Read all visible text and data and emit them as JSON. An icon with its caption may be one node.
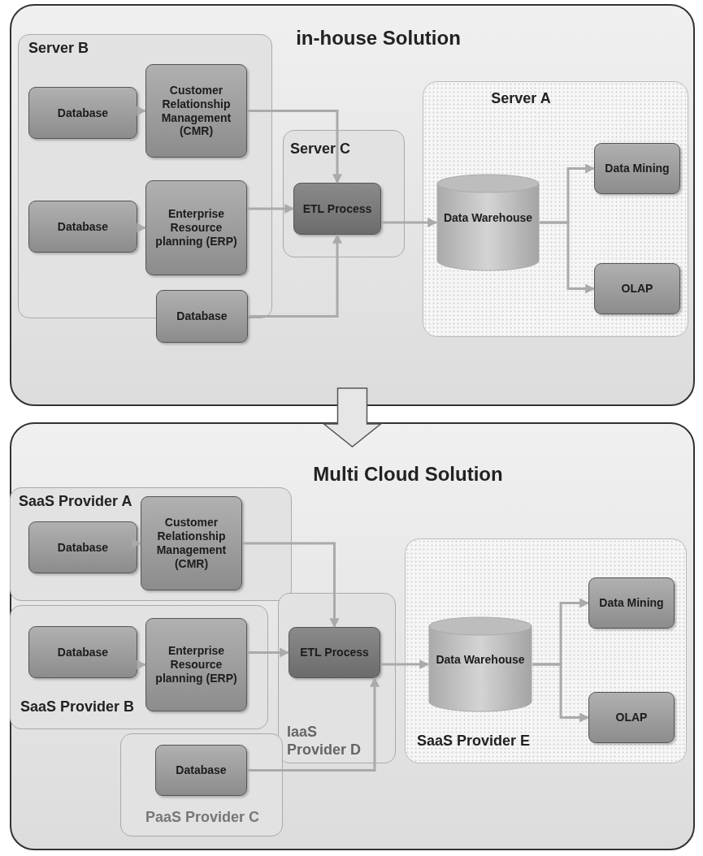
{
  "diagram": {
    "nodes": [
      {
        "text": [
          "in-house Solution"
        ]
      },
      {
        "text": [
          "Server B"
        ],
        "in": 0
      },
      {
        "text": [
          "Database"
        ],
        "in": 1
      },
      {
        "text": [
          "Customer Relationship Management (CMR)"
        ],
        "in": 1
      },
      {
        "text": [
          "Database"
        ],
        "in": 1
      },
      {
        "text": [
          "Enterprise Resource planning (ERP)"
        ],
        "in": 1
      },
      {
        "text": [
          "Database"
        ],
        "in": 0
      },
      {
        "text": [
          "Server C"
        ],
        "in": 0
      },
      {
        "text": [
          "ETL Process"
        ],
        "in": 7
      },
      {
        "text": [
          "Server A"
        ],
        "in": 0
      },
      {
        "text": [
          "Data Warehouse"
        ],
        "in": 9
      },
      {
        "text": [
          "Data Mining"
        ],
        "in": 9
      },
      {
        "text": [
          "OLAP"
        ],
        "in": 9
      },
      {
        "text": [
          "Multi Cloud Solution"
        ]
      },
      {
        "text": [
          "SaaS Provider A"
        ],
        "in": 13
      },
      {
        "text": [
          "Database"
        ],
        "in": 14
      },
      {
        "text": [
          "Customer Relationship Management (CMR)"
        ],
        "in": 14
      },
      {
        "text": [
          "SaaS Provider B"
        ],
        "in": 13
      },
      {
        "text": [
          "Database"
        ],
        "in": 17
      },
      {
        "text": [
          "Enterprise Resource planning (ERP)"
        ],
        "in": 17
      },
      {
        "text": [
          "IaaS Provider D"
        ],
        "in": 13
      },
      {
        "text": [
          "ETL Process"
        ],
        "in": 20
      },
      {
        "text": [
          "PaaS Provider C"
        ],
        "in": 13
      },
      {
        "text": [
          "Database"
        ],
        "in": 22
      },
      {
        "text": [
          "SaaS Provider E"
        ],
        "in": 13
      },
      {
        "text": [
          "Data Warehouse"
        ],
        "in": 24
      },
      {
        "text": [
          "Data Mining"
        ],
        "in": 24
      },
      {
        "text": [
          "OLAP"
        ],
        "in": 24
      }
    ],
    "edges": [
      {
        "from": 2,
        "to": 3,
        "arrow": "to"
      },
      {
        "from": 4,
        "to": 5,
        "arrow": "to"
      },
      {
        "from": 3,
        "to": 8,
        "arrow": "to"
      },
      {
        "from": 5,
        "to": 8,
        "arrow": "to"
      },
      {
        "from": 6,
        "to": 8,
        "arrow": "to"
      },
      {
        "from": 8,
        "to": 10,
        "arrow": "to"
      },
      {
        "from": 10,
        "to": 11,
        "arrow": "to"
      },
      {
        "from": 10,
        "to": 12,
        "arrow": "to"
      },
      {
        "from": 0,
        "to": 13,
        "arrow": "to",
        "style": "thick"
      },
      {
        "from": 15,
        "to": 16,
        "arrow": "to"
      },
      {
        "from": 18,
        "to": 19,
        "arrow": "to"
      },
      {
        "from": 16,
        "to": 21,
        "arrow": "to"
      },
      {
        "from": 19,
        "to": 21,
        "arrow": "to"
      },
      {
        "from": 23,
        "to": 21,
        "arrow": "to"
      },
      {
        "from": 21,
        "to": 25,
        "arrow": "to"
      },
      {
        "from": 25,
        "to": 26,
        "arrow": "to"
      },
      {
        "from": 25,
        "to": 27,
        "arrow": "to"
      }
    ]
  }
}
